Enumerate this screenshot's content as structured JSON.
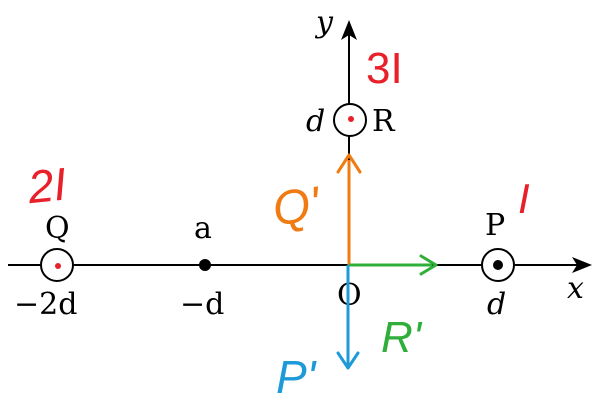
{
  "axes": {
    "x_label": "x",
    "y_label": "y",
    "origin_label": "O",
    "ticks": {
      "neg_2d": "−2d",
      "neg_d": "−d",
      "pos_d": "d",
      "y_d": "d"
    }
  },
  "points": {
    "Q": {
      "label": "Q",
      "symbol": "dot-in-circle"
    },
    "a": {
      "label": "a",
      "symbol": "filled-dot"
    },
    "P": {
      "label": "P",
      "symbol": "dot-in-circle"
    },
    "R": {
      "label": "R",
      "symbol": "dot-in-circle"
    }
  },
  "annotations": {
    "Q_current": "2I",
    "R_current": "3I",
    "P_current": "I",
    "vec_Q": "Q'",
    "vec_R": "R'",
    "vec_P": "P'"
  },
  "colors": {
    "axis": "#000000",
    "handwriting_red": "#e8202a",
    "vec_Q": "#f07b12",
    "vec_R": "#2fae3a",
    "vec_P": "#1e9ad8"
  }
}
